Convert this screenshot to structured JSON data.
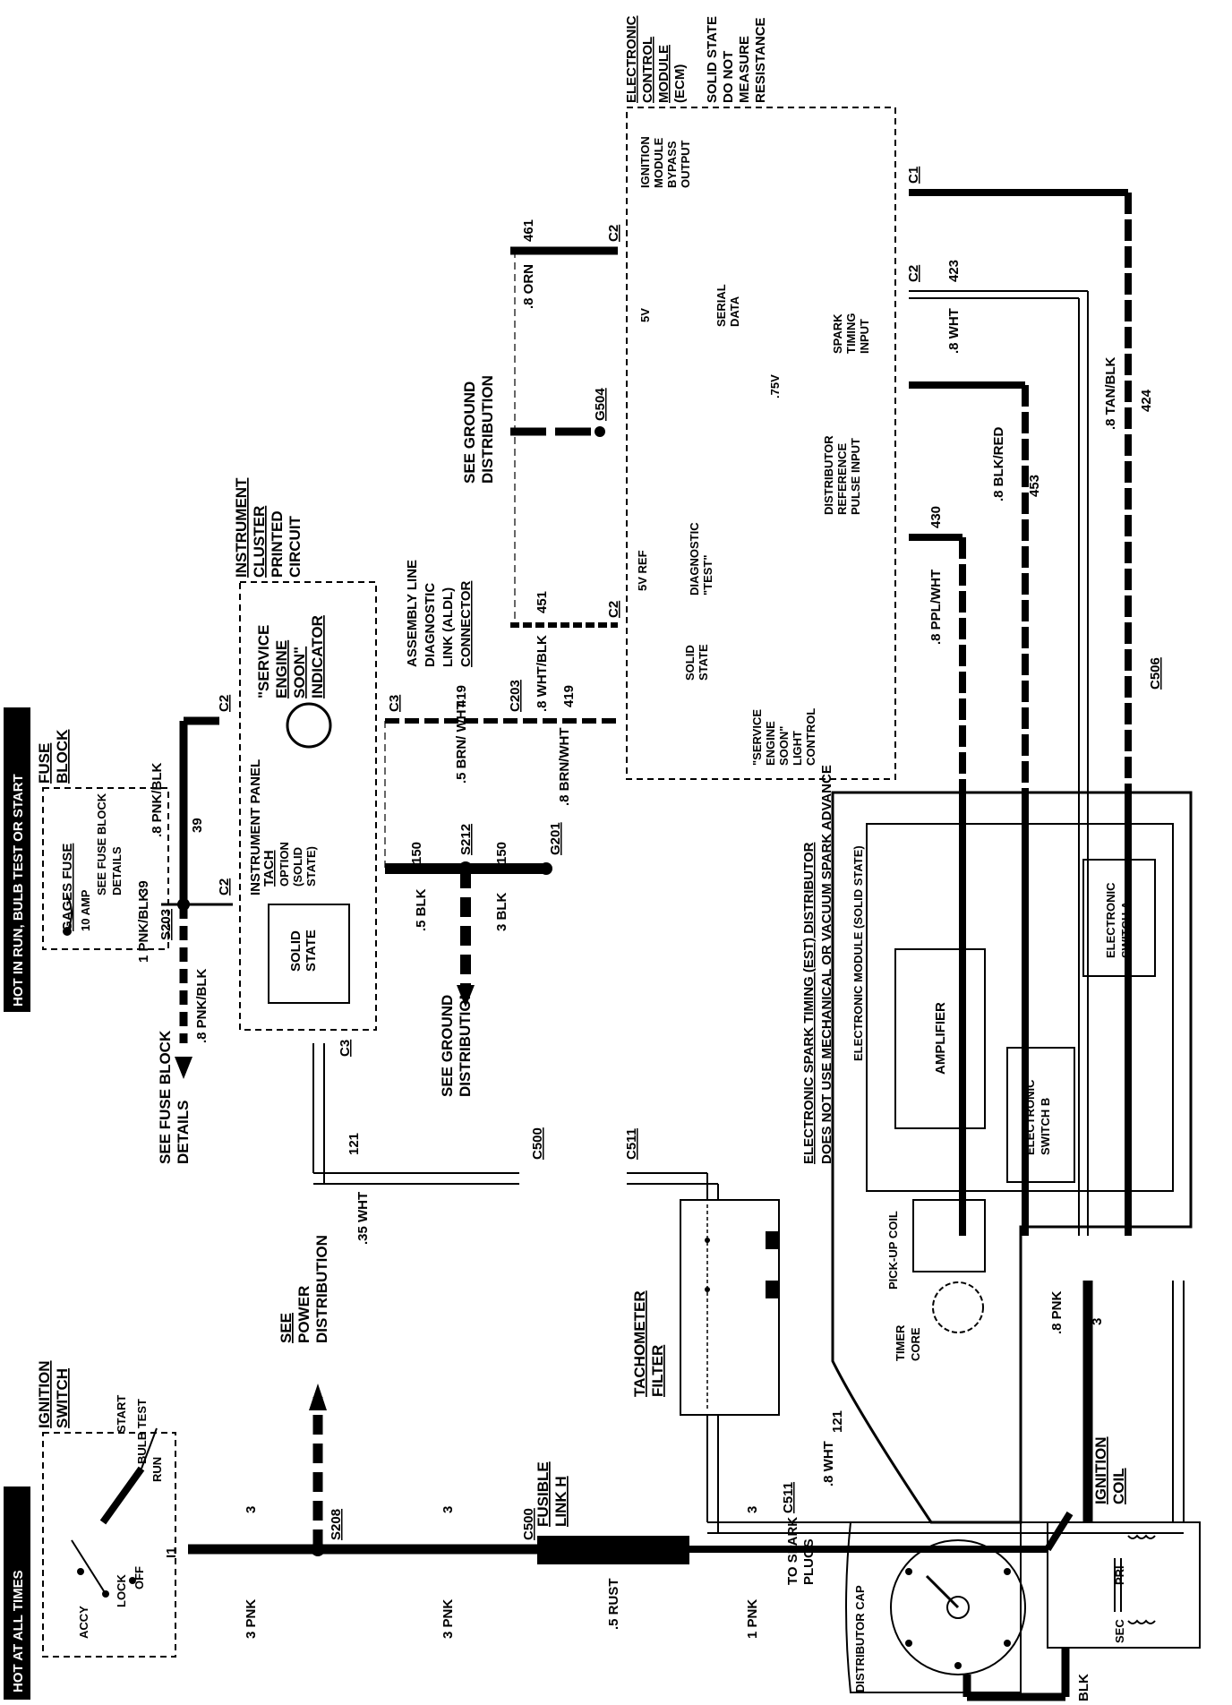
{
  "banners": {
    "hot_all_times": "HOT AT ALL TIMES",
    "hot_in_run": "HOT IN RUN, BULB TEST OR START"
  },
  "components": {
    "ignition_switch": {
      "title": [
        "IGNITION",
        "SWITCH"
      ],
      "positions": [
        "ACCY",
        "LOCK",
        "OFF",
        "RUN",
        "BULB TEST",
        "START"
      ],
      "terminal": "I1"
    },
    "fuse_block": {
      "title": [
        "FUSE",
        "BLOCK"
      ],
      "fuse": "GAGES FUSE",
      "rating": "10 AMP",
      "note": [
        "SEE FUSE BLOCK",
        "DETAILS"
      ]
    },
    "instrument_cluster": {
      "title": [
        "INSTRUMENT",
        "CLUSTER",
        "PRINTED",
        "CIRCUIT"
      ],
      "panel": "INSTRUMENT PANEL",
      "tach": [
        "TACH",
        "OPTION",
        "(SOLID",
        "STATE)"
      ],
      "solid_state": [
        "SOLID",
        "STATE"
      ],
      "indicator": [
        "\"SERVICE",
        "ENGINE",
        "SOON\"",
        "INDICATOR"
      ]
    },
    "aldl": {
      "title": [
        "ASSEMBLY LINE",
        "DIAGNOSTIC",
        "LINK (ALDL)",
        "CONNECTOR"
      ]
    },
    "ecm": {
      "title": [
        "ELECTRONIC",
        "CONTROL",
        "MODULE",
        "(ECM)",
        "SOLID STATE",
        "DO NOT",
        "MEASURE",
        "RESISTANCE"
      ],
      "bypass": [
        "IGNITION",
        "MODULE",
        "BYPASS",
        "OUTPUT"
      ],
      "serial": [
        "SERIAL",
        "DATA"
      ],
      "spark_timing": [
        "SPARK",
        "TIMING",
        "INPUT"
      ],
      "reference": [
        "DISTRIBUTOR",
        "REFERENCE",
        "PULSE INPUT"
      ],
      "diagnostic": [
        "DIAGNOSTIC",
        "\"TEST\""
      ],
      "ses_control": [
        "\"SERVICE",
        "ENGINE",
        "SOON\"",
        "LIGHT",
        "CONTROL"
      ],
      "solid_state": [
        "SOLID",
        "STATE"
      ],
      "v5": "5V",
      "v5ref": "5V REF",
      "v75": ".75V"
    },
    "est_distributor": {
      "title": "ELECTRONIC SPARK TIMING (EST) DISTRIBUTOR",
      "note": "DOES NOT USE MECHANICAL OR VACUUM SPARK ADVANCE",
      "module": "ELECTRONIC MODULE (SOLID STATE)",
      "amplifier": "AMPLIFIER",
      "switch_a": [
        "ELECTRONIC",
        "SWITCH A"
      ],
      "switch_b": [
        "ELECTRONIC",
        "SWITCH B"
      ],
      "pickup": "PICK-UP COIL",
      "timer": [
        "TIMER",
        "CORE"
      ]
    },
    "tach_filter": {
      "title": [
        "TACHOMETER",
        "FILTER"
      ]
    },
    "fusible_link": {
      "title": [
        "FUSIBLE",
        "LINK H"
      ]
    },
    "ignition_coil": {
      "title": [
        "IGNITION",
        "COIL"
      ],
      "pri": "PRI",
      "sec": "SEC"
    },
    "distributor_cap": {
      "title": "DISTRIBUTOR CAP",
      "plugs": [
        "TO SPARK",
        "PLUGS"
      ]
    }
  },
  "references": {
    "power": [
      "SEE",
      "POWER",
      "DISTRIBUTION"
    ],
    "fuse_details": [
      "SEE FUSE BLOCK",
      "DETAILS"
    ],
    "ground_dist": [
      "SEE GROUND",
      "DISTRIBUTION"
    ],
    "ground_dist_top": [
      "SEE GROUND",
      "DISTRIBUTION"
    ]
  },
  "splices": [
    "S208",
    "S203",
    "S212"
  ],
  "grounds": [
    "G201",
    "G504"
  ],
  "connectors": [
    "C500",
    "C511",
    "C203",
    "C506",
    "C2",
    "C3",
    "C1"
  ],
  "wires": [
    {
      "id": "3pnk_a",
      "label": "3 PNK",
      "circuit": "3"
    },
    {
      "id": "3pnk_b",
      "label": "3 PNK",
      "circuit": "3"
    },
    {
      "id": "1pnk",
      "label": "1 PNK",
      "circuit": "3"
    },
    {
      "id": "rust",
      "label": ".5 RUST",
      "circuit": ""
    },
    {
      "id": "wht121",
      "label": ".8 WHT",
      "circuit": "121"
    },
    {
      "id": "wht35",
      "label": ".35 WHT",
      "circuit": "121"
    },
    {
      "id": "pnkblk1",
      "label": "1 PNK/BLK",
      "circuit": "39"
    },
    {
      "id": "pnkblk8",
      "label": ".8 PNK/BLK",
      "circuit": "39"
    },
    {
      "id": "blk5",
      "label": ".5 BLK",
      "circuit": "150"
    },
    {
      "id": "blk3",
      "label": "3 BLK",
      "circuit": "150"
    },
    {
      "id": "brnwht5",
      "label": ".5 BRN/ WHT",
      "circuit": "419"
    },
    {
      "id": "brnwht8",
      "label": ".8 BRN/WHT",
      "circuit": "419"
    },
    {
      "id": "whtblk",
      "label": ".8 WHT/BLK",
      "circuit": "451"
    },
    {
      "id": "orn",
      "label": ".8 ORN",
      "circuit": "461"
    },
    {
      "id": "pplwht",
      "label": ".8 PPL/WHT",
      "circuit": "430"
    },
    {
      "id": "blkred",
      "label": ".8 BLK/RED",
      "circuit": "453"
    },
    {
      "id": "wht423",
      "label": ".8 WHT",
      "circuit": "423"
    },
    {
      "id": "tanblk",
      "label": ".8 TAN/BLK",
      "circuit": "424"
    },
    {
      "id": "pnk8",
      "label": ".8 PNK",
      "circuit": "3"
    },
    {
      "id": "blk",
      "label": "BLK",
      "circuit": ""
    }
  ]
}
